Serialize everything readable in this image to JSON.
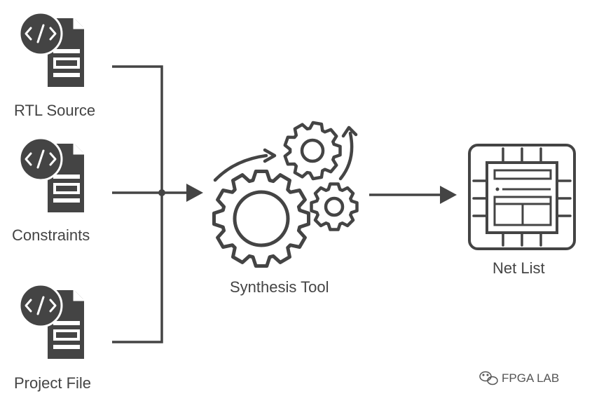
{
  "diagram": {
    "inputs": [
      {
        "label": "RTL Source"
      },
      {
        "label": "Constraints"
      },
      {
        "label": "Project File"
      }
    ],
    "process": {
      "label": "Synthesis Tool"
    },
    "output": {
      "label": "Net List"
    }
  },
  "watermark": {
    "text": "FPGA LAB"
  },
  "colors": {
    "stroke": "#444444",
    "background": "#ffffff"
  }
}
